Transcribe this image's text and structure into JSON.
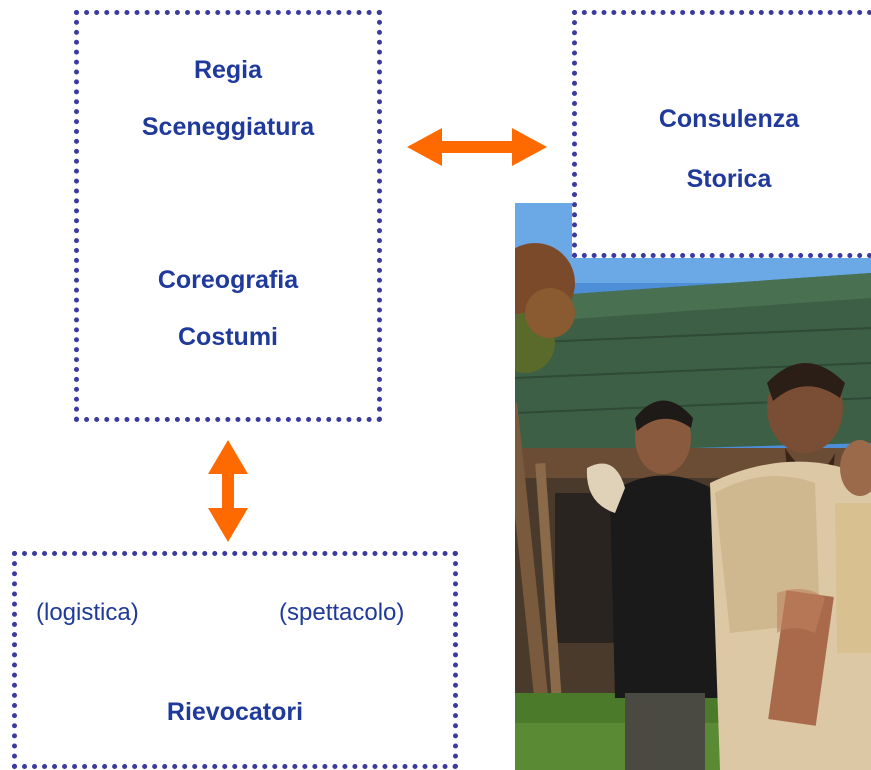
{
  "boxes": {
    "creative": {
      "line1": "Regia",
      "line2": "Sceneggiatura",
      "line3": "Coreografia",
      "line4": "Costumi"
    },
    "history": {
      "line1": "Consulenza",
      "line2": "Storica"
    },
    "reenactors": {
      "left_note": "(logistica)",
      "right_note": "(spettacolo)",
      "title": "Rievocatori"
    }
  },
  "colors": {
    "box_border": "#3a3aa0",
    "text": "#1f3a9a",
    "arrow": "#ff6a00"
  },
  "photo": {
    "description_icon": "photo-reenactors-group"
  }
}
